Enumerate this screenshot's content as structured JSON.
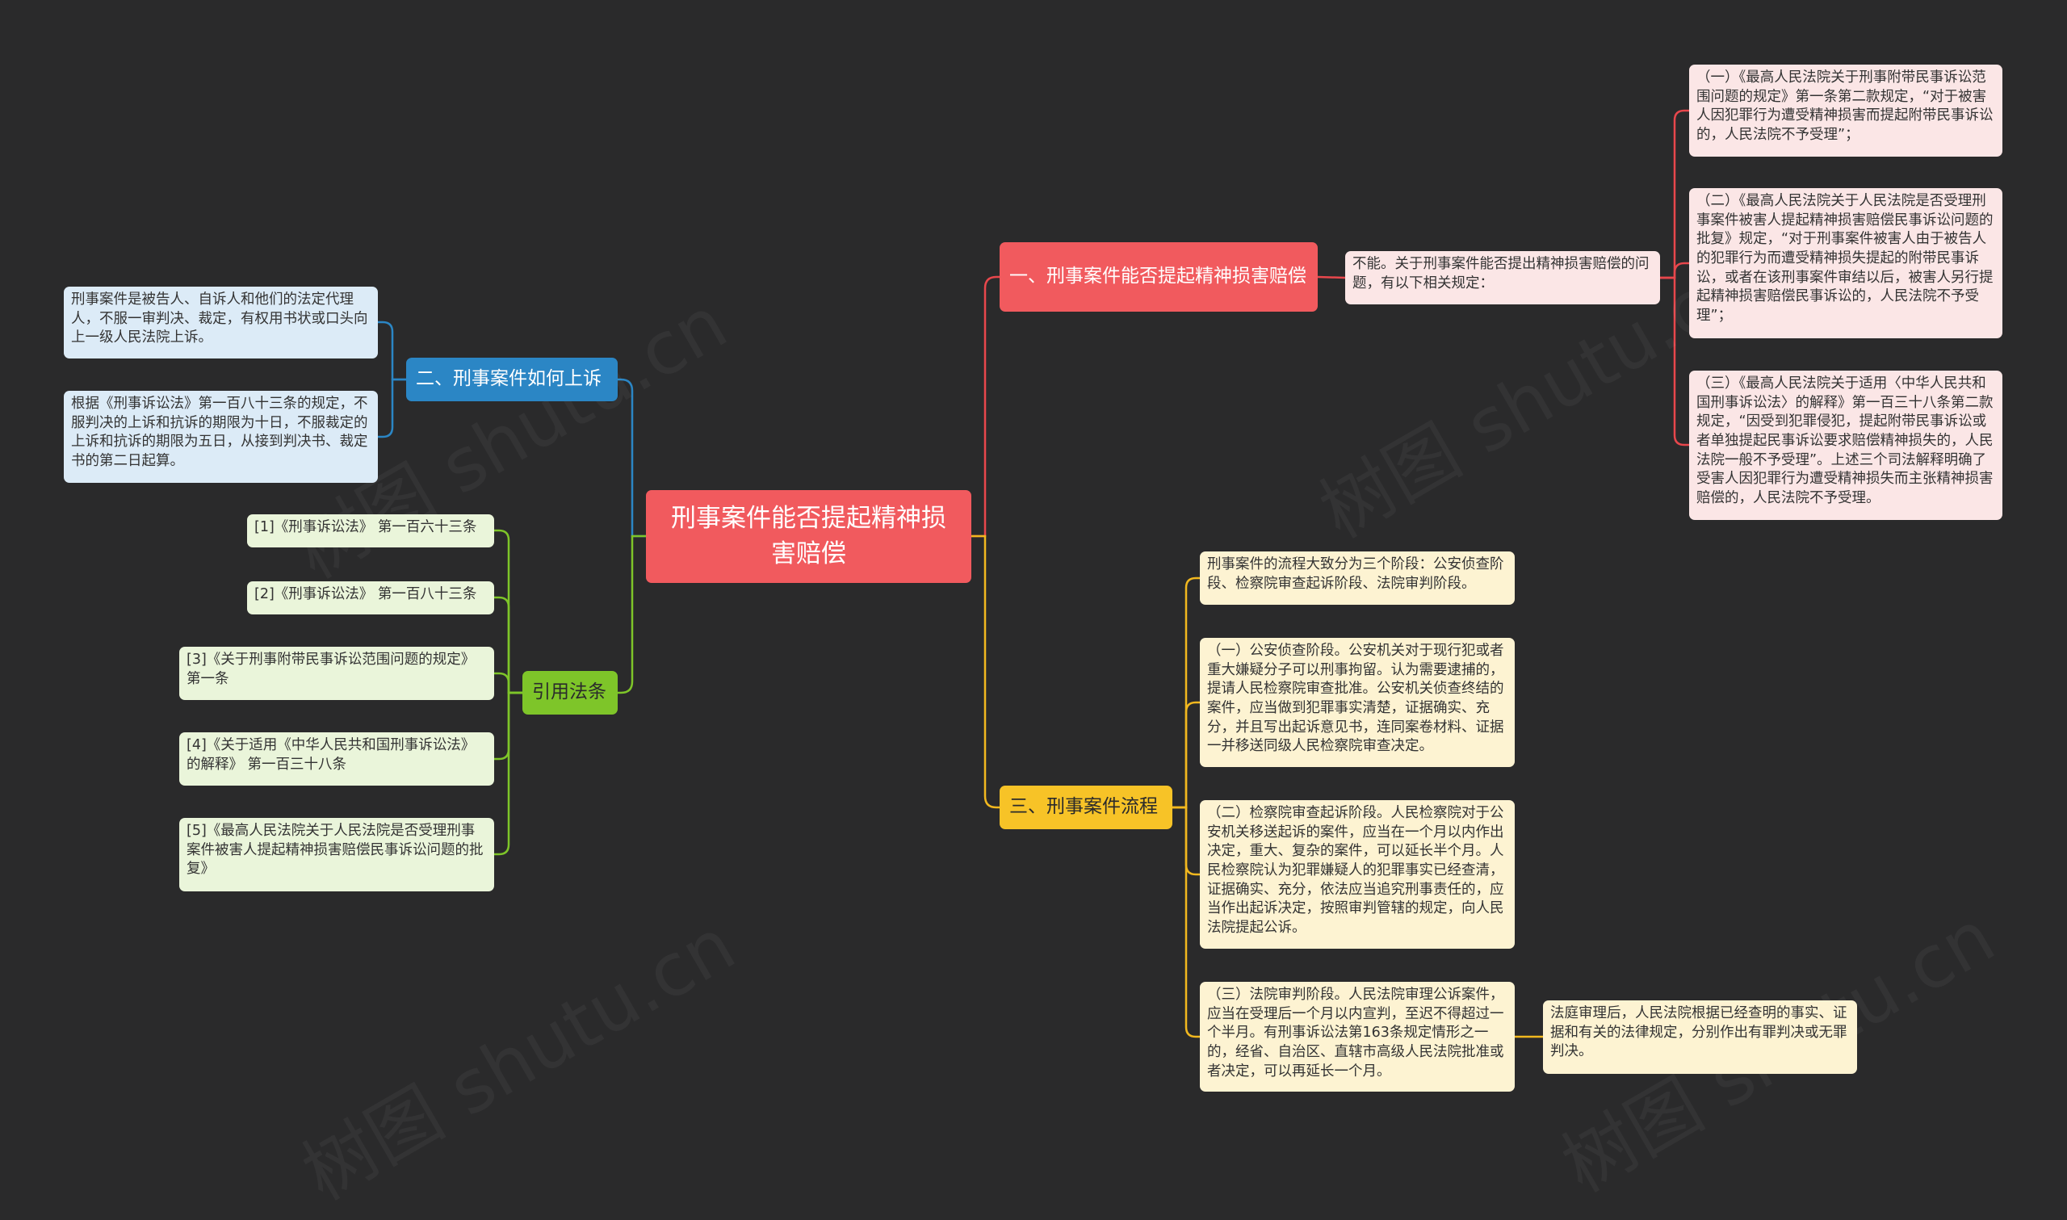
{
  "root": {
    "title": "刑事案件能否提起精神损害赔偿"
  },
  "branches": {
    "b1": {
      "label": "一、刑事案件能否提起精神损害赔偿",
      "summary": "不能。关于刑事案件能否提出精神损害赔偿的问题，有以下相关规定：",
      "items": [
        "（一）《最高人民法院关于刑事附带民事诉讼范围问题的规定》第一条第二款规定，“对于被害人因犯罪行为遭受精神损害而提起附带民事诉讼的，人民法院不予受理”；",
        "（二）《最高人民法院关于人民法院是否受理刑事案件被害人提起精神损害赔偿民事诉讼问题的批复》规定，“对于刑事案件被害人由于被告人的犯罪行为而遭受精神损失提起的附带民事诉讼，或者在该刑事案件审结以后，被害人另行提起精神损害赔偿民事诉讼的，人民法院不予受理”；",
        "（三）《最高人民法院关于适用〈中华人民共和国刑事诉讼法〉的解释》第一百三十八条第二款规定，“因受到犯罪侵犯，提起附带民事诉讼或者单独提起民事诉讼要求赔偿精神损失的，人民法院一般不予受理”。上述三个司法解释明确了受害人因犯罪行为遭受精神损失而主张精神损害赔偿的，人民法院不予受理。"
      ]
    },
    "b2": {
      "label": "二、刑事案件如何上诉",
      "items": [
        "刑事案件是被告人、自诉人和他们的法定代理人，不服一审判决、裁定，有权用书状或口头向上一级人民法院上诉。",
        "根据《刑事诉讼法》第一百八十三条的规定，不服判决的上诉和抗诉的期限为十日，不服裁定的上诉和抗诉的期限为五日，从接到判决书、裁定书的第二日起算。"
      ]
    },
    "b3": {
      "label": "三、刑事案件流程",
      "items": [
        "刑事案件的流程大致分为三个阶段：公安侦查阶段、检察院审查起诉阶段、法院审判阶段。",
        "（一）公安侦查阶段。公安机关对于现行犯或者重大嫌疑分子可以刑事拘留。认为需要逮捕的，提请人民检察院审查批准。公安机关侦查终结的案件，应当做到犯罪事实清楚，证据确实、充分，并且写出起诉意见书，连同案卷材料、证据一并移送同级人民检察院审查决定。",
        "（二）检察院审查起诉阶段。人民检察院对于公安机关移送起诉的案件，应当在一个月以内作出决定，重大、复杂的案件，可以延长半个月。人民检察院认为犯罪嫌疑人的犯罪事实已经查清，证据确实、充分，依法应当追究刑事责任的，应当作出起诉决定，按照审判管辖的规定，向人民法院提起公诉。",
        "（三）法院审判阶段。人民法院审理公诉案件，应当在受理后一个月以内宣判，至迟不得超过一个半月。有刑事诉讼法第163条规定情形之一的，经省、自治区、直辖市高级人民法院批准或者决定，可以再延长一个月。"
      ],
      "sub": "法庭审理后，人民法院根据已经查明的事实、证据和有关的法律规定，分别作出有罪判决或无罪判决。"
    },
    "b4": {
      "label": "引用法条",
      "items": [
        "[1]《刑事诉讼法》 第一百六十三条",
        "[2]《刑事诉讼法》 第一百八十三条",
        "[3]《关于刑事附带民事诉讼范围问题的规定》 第一条",
        "[4]《关于适用《中华人民共和国刑事诉讼法》的解释》 第一百三十八条",
        "[5]《最高人民法院关于人民法院是否受理刑事案件被害人提起精神损害赔偿民事诉讼问题的批复》"
      ]
    }
  },
  "colors": {
    "background": "#2a2a2b",
    "red": "#f15a5e",
    "blue": "#2b86c5",
    "green": "#7ec529",
    "yellow": "#f7c327",
    "red_link": "#e8474c",
    "blue_link": "#2b86c5",
    "green_link": "#7ec529",
    "yellow_link": "#f2b81f"
  },
  "watermark": "树图 shutu.cn"
}
